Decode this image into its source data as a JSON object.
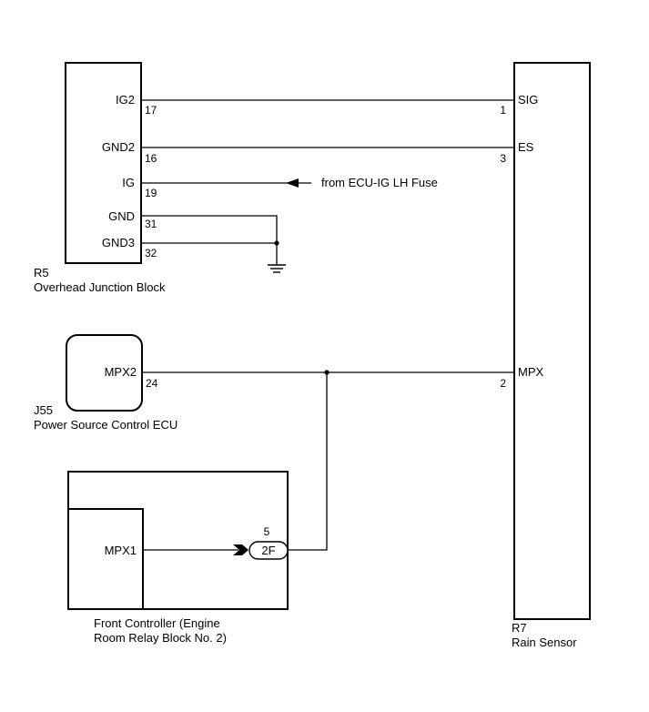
{
  "overhead_junction_block": {
    "id": "R5",
    "name": "Overhead Junction Block",
    "terminals": [
      {
        "name": "IG2",
        "pin": "17"
      },
      {
        "name": "GND2",
        "pin": "16"
      },
      {
        "name": "IG",
        "pin": "19"
      },
      {
        "name": "GND",
        "pin": "31"
      },
      {
        "name": "GND3",
        "pin": "32"
      }
    ]
  },
  "fuse_note": "from ECU-IG LH Fuse",
  "power_source_ecu": {
    "id": "J55",
    "name": "Power Source Control ECU",
    "terminal": {
      "name": "MPX2",
      "pin": "24"
    }
  },
  "front_controller": {
    "name_line1": "Front Controller (Engine",
    "name_line2": "Room Relay Block No. 2)",
    "terminal": {
      "name": "MPX1"
    },
    "connector": {
      "code": "2F",
      "pin": "5"
    }
  },
  "rain_sensor": {
    "id": "R7",
    "name": "Rain Sensor",
    "terminals": [
      {
        "name": "SIG",
        "pin": "1"
      },
      {
        "name": "ES",
        "pin": "3"
      },
      {
        "name": "MPX",
        "pin": "2"
      }
    ]
  }
}
